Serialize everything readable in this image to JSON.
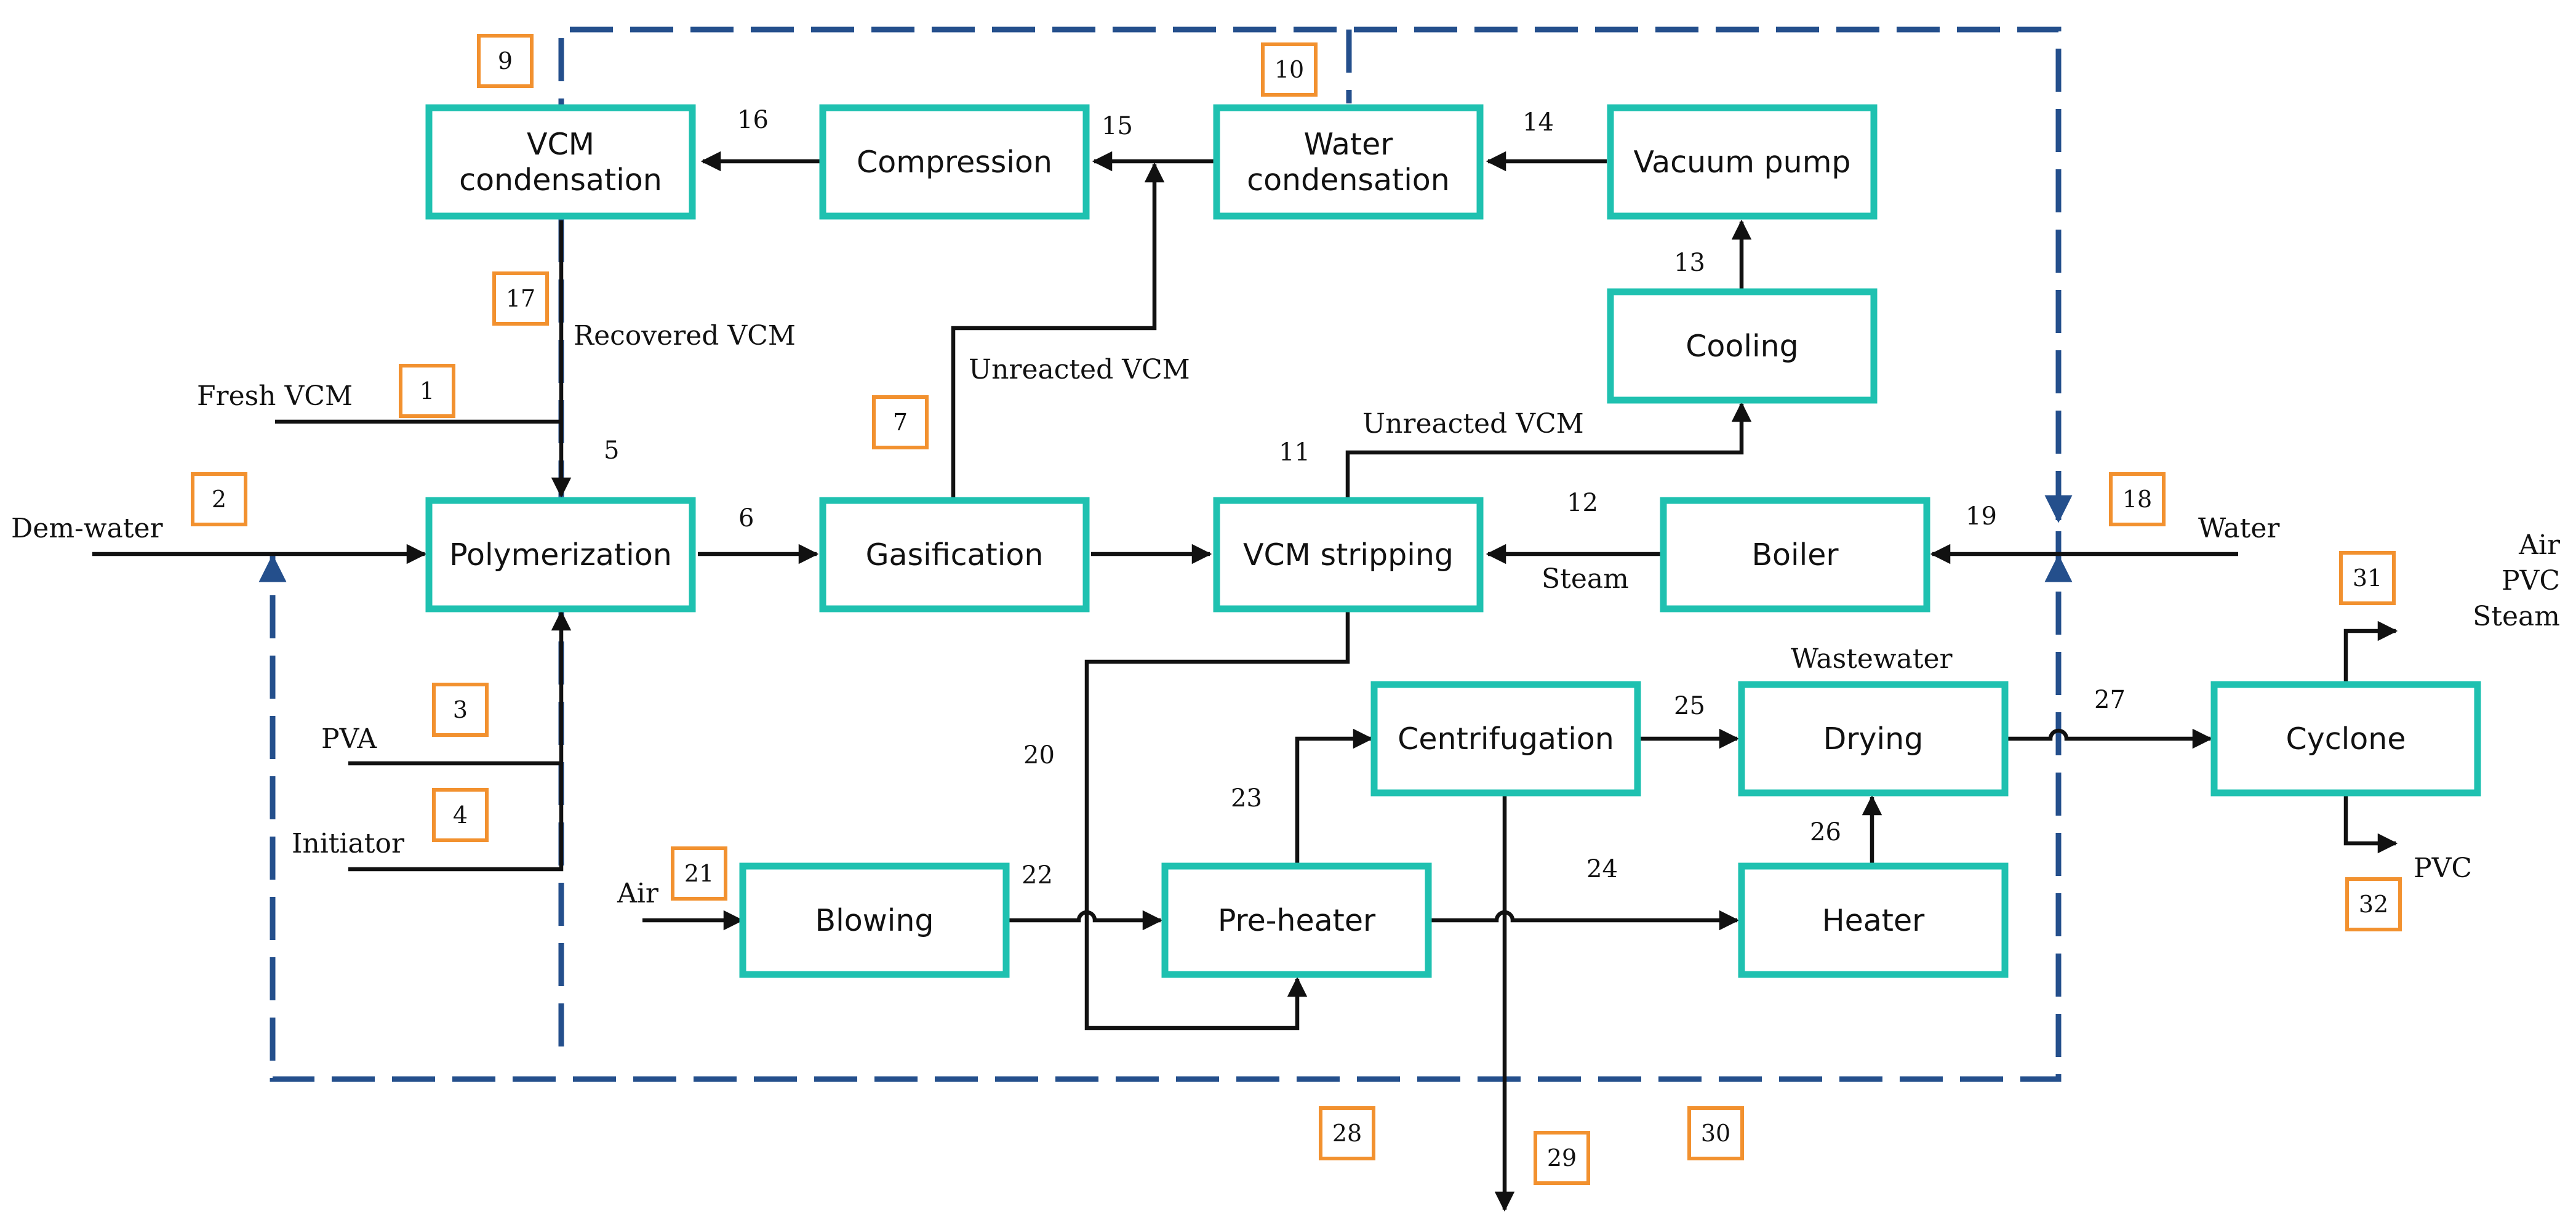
{
  "units": [
    {
      "id": "vcm-condensation",
      "lines": [
        "VCM",
        "condensation"
      ]
    },
    {
      "id": "compression",
      "lines": [
        "Compression"
      ]
    },
    {
      "id": "water-condensation",
      "lines": [
        "Water",
        "condensation"
      ]
    },
    {
      "id": "vacuum-pump",
      "lines": [
        "Vacuum pump"
      ]
    },
    {
      "id": "cooling",
      "lines": [
        "Cooling"
      ]
    },
    {
      "id": "polymerization",
      "lines": [
        "Polymerization"
      ]
    },
    {
      "id": "gasification",
      "lines": [
        "Gasification"
      ]
    },
    {
      "id": "vcm-stripping",
      "lines": [
        "VCM stripping"
      ]
    },
    {
      "id": "boiler",
      "lines": [
        "Boiler"
      ]
    },
    {
      "id": "centrifugation",
      "lines": [
        "Centrifugation"
      ]
    },
    {
      "id": "drying",
      "lines": [
        "Drying"
      ]
    },
    {
      "id": "cyclone",
      "lines": [
        "Cyclone"
      ]
    },
    {
      "id": "blowing",
      "lines": [
        "Blowing"
      ]
    },
    {
      "id": "pre-heater",
      "lines": [
        "Pre-heater"
      ]
    },
    {
      "id": "heater",
      "lines": [
        "Heater"
      ]
    }
  ],
  "streams": [
    {
      "id": "fresh-vcm",
      "text": "Fresh VCM"
    },
    {
      "id": "recovered-vcm",
      "text": "Recovered VCM"
    },
    {
      "id": "dem-water",
      "text": "Dem-water"
    },
    {
      "id": "unreacted-vcm-1",
      "text": "Unreacted VCM"
    },
    {
      "id": "unreacted-vcm-2",
      "text": "Unreacted VCM"
    },
    {
      "id": "steam",
      "text": "Steam"
    },
    {
      "id": "water",
      "text": "Water"
    },
    {
      "id": "pva",
      "text": "PVA"
    },
    {
      "id": "initiator",
      "text": "Initiator"
    },
    {
      "id": "wastewater",
      "text": "Wastewater"
    },
    {
      "id": "air-in",
      "text": "Air"
    },
    {
      "id": "cyclone-top-air",
      "text": "Air"
    },
    {
      "id": "cyclone-top-pvc",
      "text": "PVC"
    },
    {
      "id": "cyclone-top-steam",
      "text": "Steam"
    },
    {
      "id": "pvc-out",
      "text": "PVC"
    }
  ],
  "stream_numbers": [
    "16",
    "15",
    "14",
    "13",
    "5",
    "6",
    "11",
    "12",
    "19",
    "20",
    "23",
    "25",
    "27",
    "22",
    "24",
    "26"
  ],
  "badges": [
    "9",
    "10",
    "17",
    "1",
    "7",
    "2",
    "18",
    "31",
    "3",
    "4",
    "21",
    "32",
    "28",
    "29",
    "30"
  ]
}
